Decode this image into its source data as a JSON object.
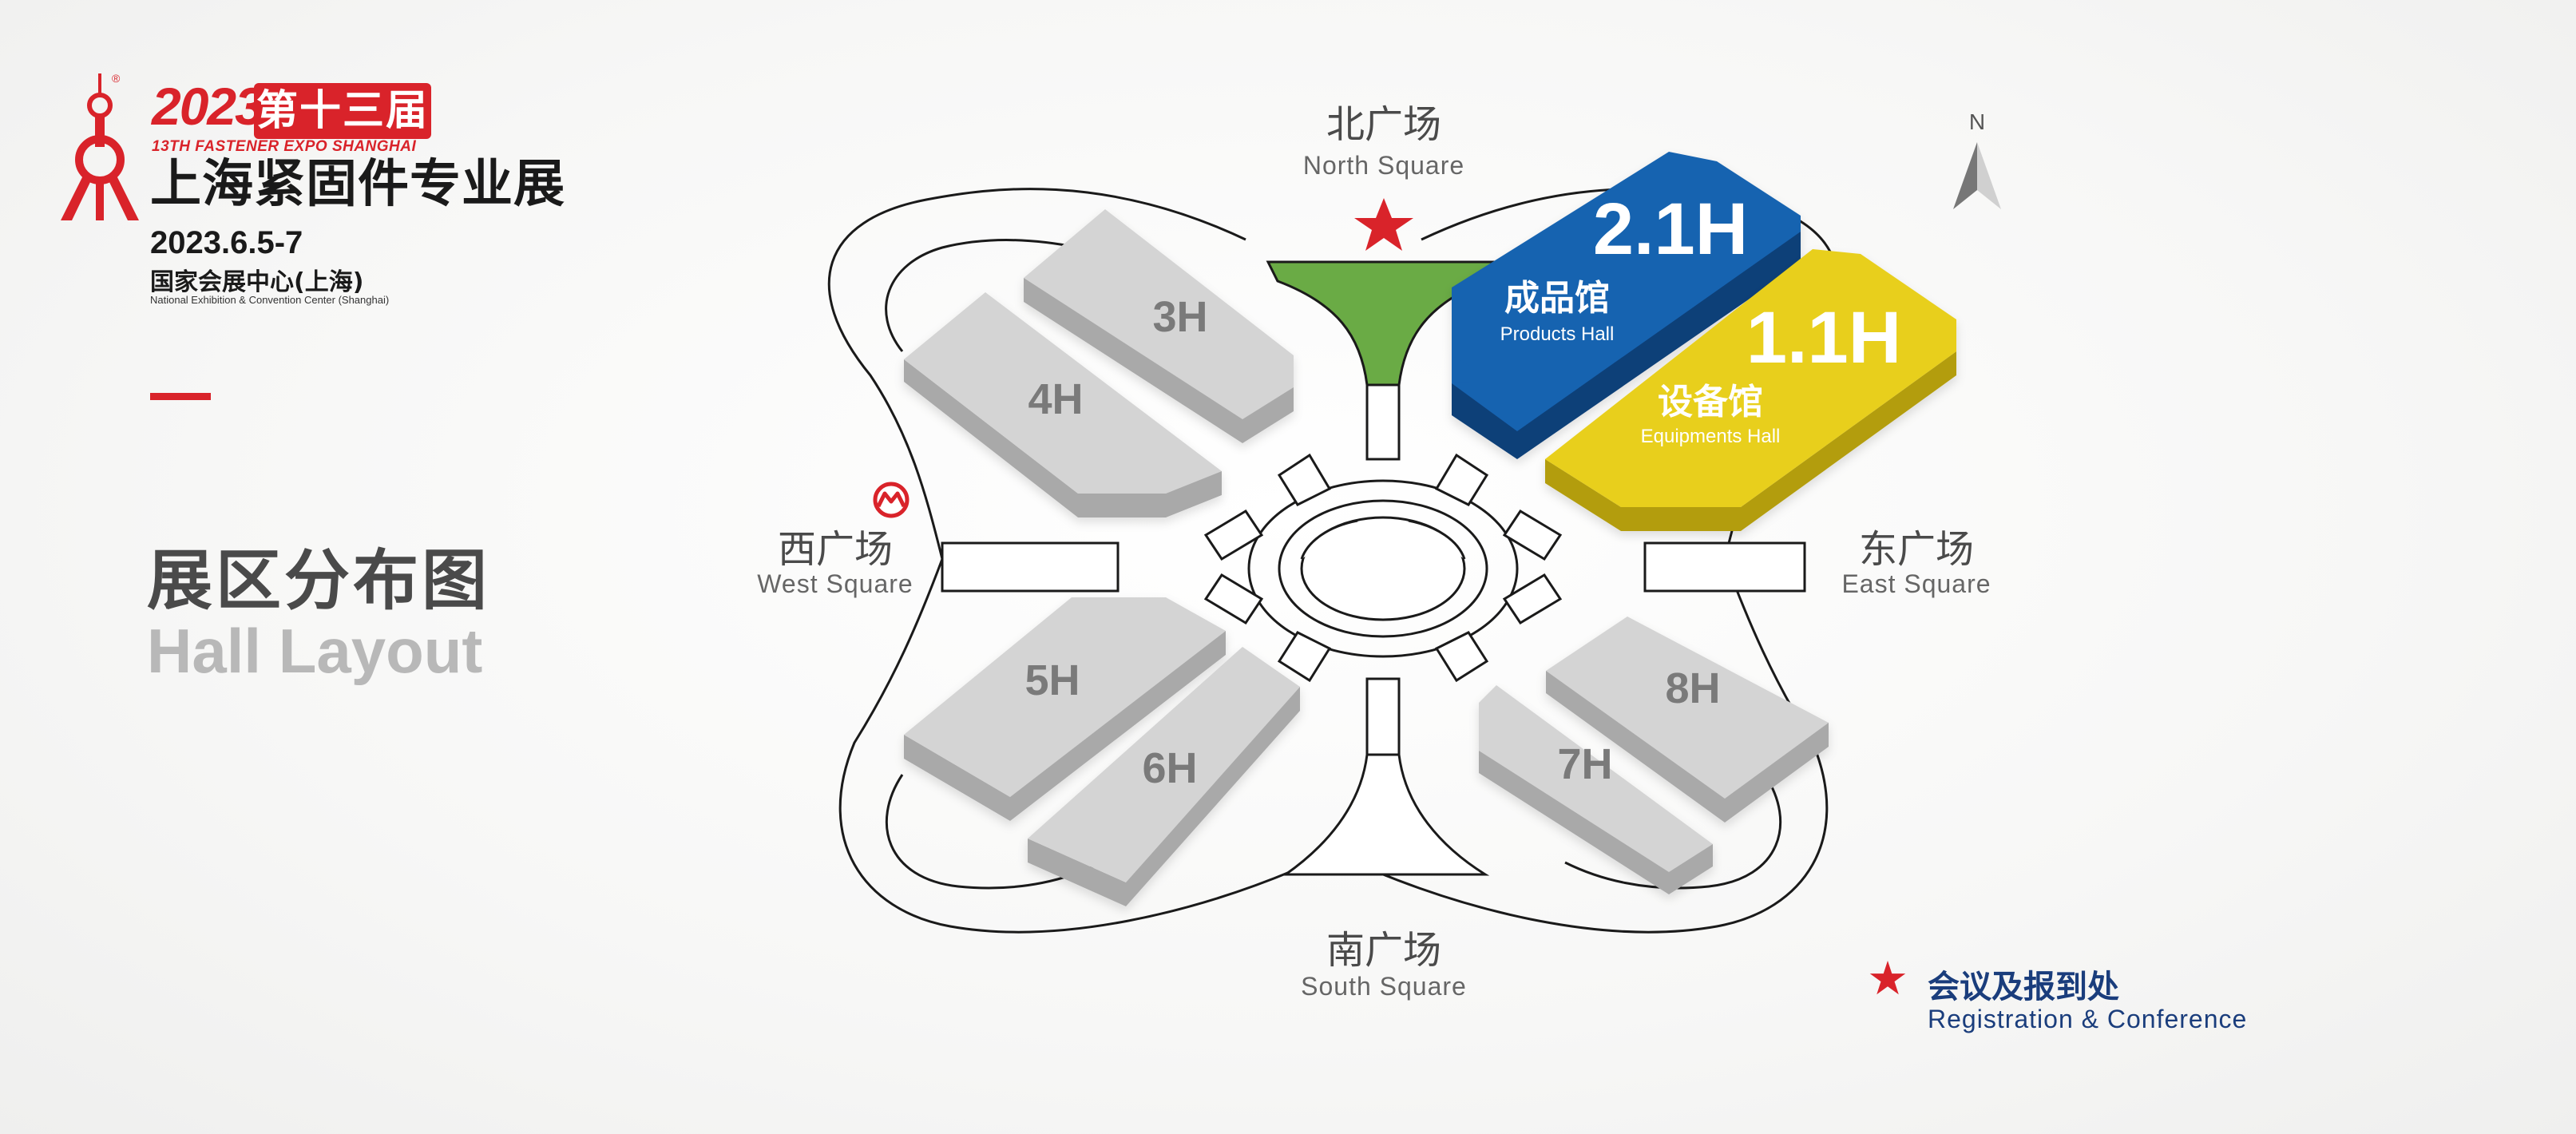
{
  "logo": {
    "registered": "®",
    "year": "2023",
    "edition": "第十三届",
    "expo_en": "13TH FASTENER EXPO SHANGHAI",
    "expo_cn": "上海紧固件专业展"
  },
  "event": {
    "date": "2023.6.5-7",
    "venue_cn": "国家会展中心(上海)",
    "venue_en": "National Exhibition & Convention Center (Shanghai)"
  },
  "page": {
    "title_cn": "展区分布图",
    "title_en": "Hall Layout"
  },
  "compass": {
    "label": "N"
  },
  "squares": {
    "north": {
      "cn": "北广场",
      "en": "North Square"
    },
    "south": {
      "cn": "南广场",
      "en": "South Square"
    },
    "west": {
      "cn": "西广场",
      "en": "West Square"
    },
    "east": {
      "cn": "东广场",
      "en": "East Square"
    }
  },
  "halls": {
    "h3": "3H",
    "h4": "4H",
    "h5": "5H",
    "h6": "6H",
    "h7": "7H",
    "h8": "8H",
    "products": {
      "code": "2.1H",
      "cn": "成品馆",
      "en": "Products Hall"
    },
    "equipments": {
      "code": "1.1H",
      "cn": "设备馆",
      "en": "Equipments Hall"
    }
  },
  "legend": {
    "cn": "会议及报到处",
    "en": "Registration & Conference"
  },
  "colors": {
    "brand_red": "#d9232a",
    "products_blue": "#1763b0",
    "equipments_yellow": "#e8cf1a",
    "plaza_green": "#6aab45",
    "hall_grey": "#d4d4d4",
    "legend_navy": "#1a3d7c"
  },
  "icons": [
    "oriental-pearl-tower-icon",
    "metro-icon",
    "star-icon",
    "compass-icon"
  ]
}
